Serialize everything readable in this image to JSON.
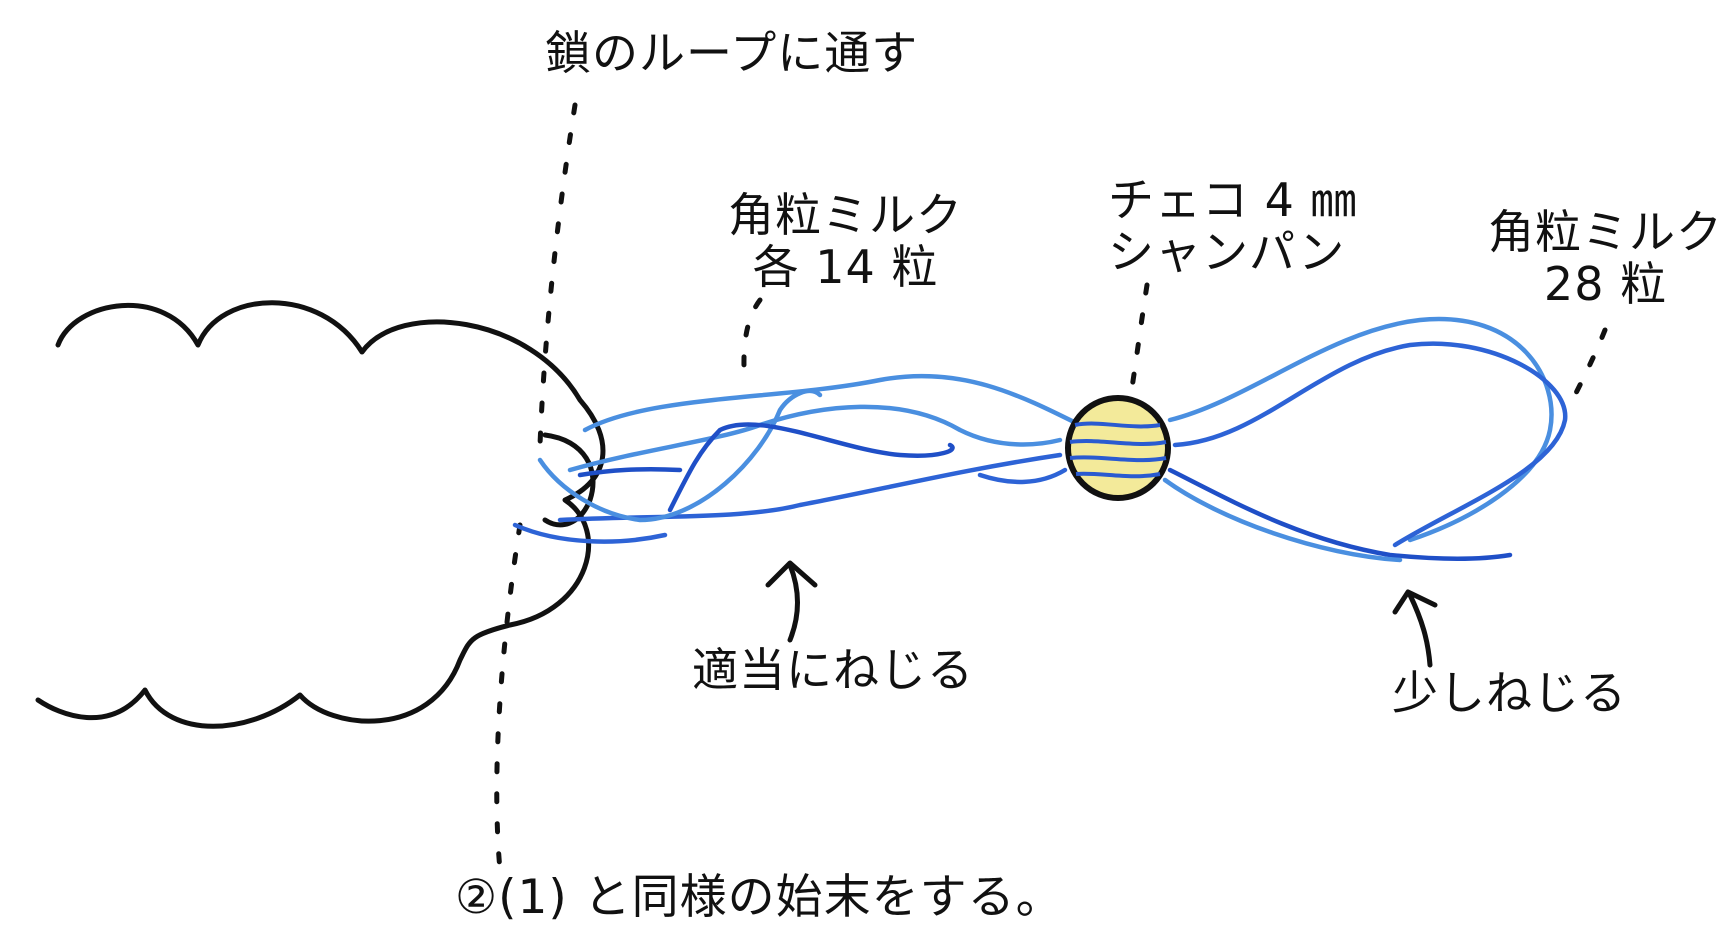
{
  "annotations": {
    "chain_loop": "鎖のループに通す",
    "square_beads_each": [
      "角粒ミルク",
      "各 14 粒"
    ],
    "czech_bead": [
      "チェコ 4 ㎜",
      "シャンパン"
    ],
    "square_beads_total": [
      "角粒ミルク",
      "28 粒"
    ],
    "twist_freely": "適当にねじる",
    "twist_slightly": "少しねじる",
    "finish_note": "②(1) と同様の始末をする。"
  },
  "colors": {
    "outline": "#111111",
    "thread_light": "#4a8fe0",
    "thread_dark": "#1f4fc7",
    "bead_fill": "#f3ea9a"
  }
}
